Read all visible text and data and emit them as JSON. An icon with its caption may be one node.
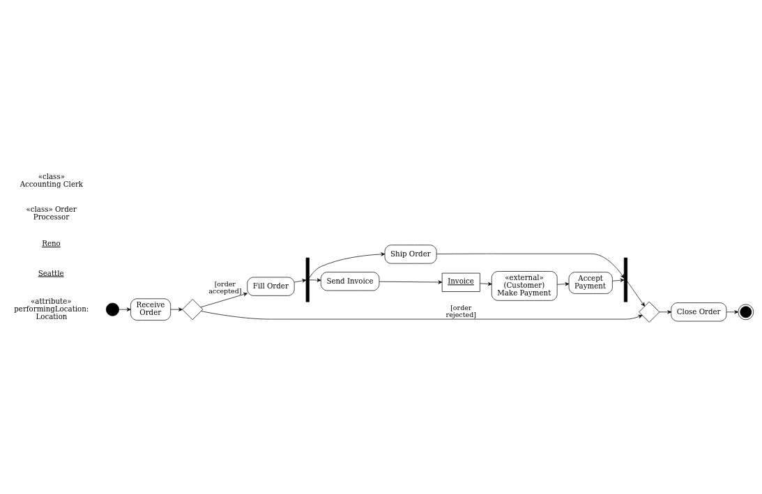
{
  "diagram": {
    "nodes": [
      {
        "text": [],
        "shape": "circle"
      },
      {
        "text": [
          "Receive Order"
        ]
      },
      {
        "text": [],
        "shape": "diamond"
      },
      {
        "text": [
          "Fill Order"
        ]
      },
      {
        "text": [],
        "shape": "bar"
      },
      {
        "text": [
          "Ship Order"
        ]
      },
      {
        "text": [],
        "shape": "bar"
      },
      {
        "text": [],
        "shape": "diamond"
      },
      {
        "text": [
          "Close Order"
        ]
      },
      {
        "text": [],
        "shape": "bullseye"
      },
      {
        "text": [
          "Send Invoice"
        ]
      },
      {
        "text": [
          "Invoice"
        ]
      },
      {
        "text": [
          "«external» (Customer) Make Payment"
        ]
      },
      {
        "text": [
          "Accept Payment"
        ]
      }
    ],
    "edges": [
      {
        "from": 0,
        "to": 1,
        "arrow": "to"
      },
      {
        "from": 1,
        "to": 2,
        "arrow": "to"
      },
      {
        "from": 2,
        "to": 3,
        "arrow": "to",
        "label": "[order accepted]"
      },
      {
        "from": 2,
        "to": 7,
        "arrow": "to",
        "label": "[order rejected]"
      },
      {
        "from": 3,
        "to": 4,
        "arrow": "to"
      },
      {
        "from": 4,
        "to": 5,
        "arrow": "to"
      },
      {
        "from": 4,
        "to": 10,
        "arrow": "to"
      },
      {
        "from": 5,
        "to": 6,
        "arrow": "to"
      },
      {
        "from": 6,
        "to": 7,
        "arrow": "to"
      },
      {
        "from": 7,
        "to": 8,
        "arrow": "to"
      },
      {
        "from": 8,
        "to": 9,
        "arrow": "to"
      },
      {
        "from": 10,
        "to": 11,
        "arrow": "to"
      },
      {
        "from": 11,
        "to": 12,
        "arrow": "to"
      },
      {
        "from": 12,
        "to": 13,
        "arrow": "to"
      },
      {
        "from": 13,
        "to": 6,
        "arrow": "to"
      }
    ],
    "labels": [
      "«attribute» performingLocation: Location",
      "Seattle",
      "Reno",
      "«class» Order Processor",
      "«class» Accounting Clerk"
    ]
  }
}
